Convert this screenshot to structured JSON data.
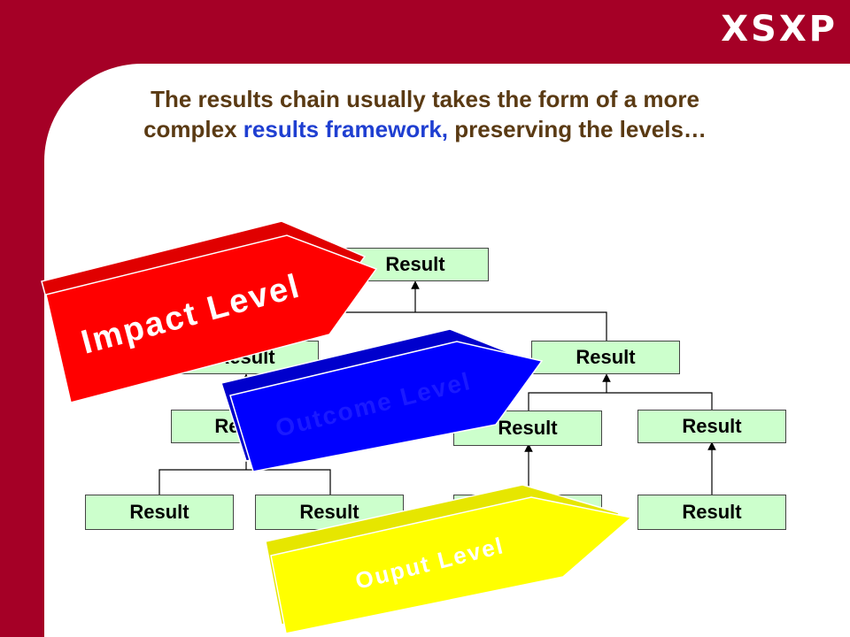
{
  "logo": "XSXP",
  "title": {
    "part1": "The results chain usually takes the form of a more complex ",
    "highlight": "results framework,",
    "part2": " preserving the levels…"
  },
  "results": {
    "top": "Result",
    "mid_left": "Result",
    "mid_right": "Result",
    "third_left": "Result",
    "third_center": "Result",
    "third_right": "Result",
    "bottom_1": "Result",
    "bottom_2": "Result",
    "bottom_3": "Result",
    "bottom_4": "Result"
  },
  "levels": {
    "impact": "Impact Level",
    "outcome": "Outcome Level",
    "output": "Ouput Level"
  },
  "colors": {
    "brand_red": "#a50026",
    "impact": "#ff0000",
    "outcome": "#0000ff",
    "output": "#ffff00",
    "result_box": "#ccffcc",
    "title_text": "#5a3a13",
    "title_highlight": "#1f3fd1"
  }
}
